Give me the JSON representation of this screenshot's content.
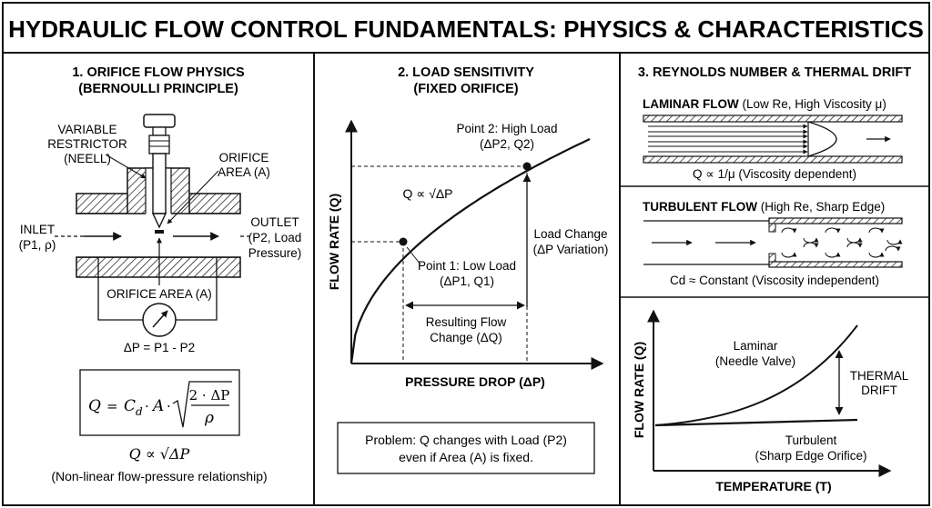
{
  "title": "HYDRAULIC FLOW CONTROL FUNDAMENTALS: PHYSICS & CHARACTERISTICS",
  "panel1": {
    "heading_line1": "1. ORIFICE FLOW PHYSICS",
    "heading_line2": "(BERNOULLI PRINCIPLE)",
    "restrictor_label": [
      "VARIABLE",
      "RESTRICTOR",
      "(NEELL)"
    ],
    "orifice_area_top": [
      "ORIFICE",
      "AREA (A)"
    ],
    "inlet_label": [
      "INLET",
      "(P1, ρ)"
    ],
    "outlet_label": [
      "OUTLET",
      "(P2, Load",
      "Pressure)"
    ],
    "orifice_area_bottom": "ORIFICE AREA (A)",
    "dp_label": "ΔP = P1 - P2",
    "formula": {
      "lhs": "Q",
      "eq": "=",
      "cd": "C",
      "cd_sub": "d",
      "dot": "·",
      "a": "A",
      "num": "2 · ΔP",
      "den": "ρ"
    },
    "prop_label": "Q ∝ √ΔP",
    "prop_note": "(Non-linear flow-pressure relationship)"
  },
  "panel2": {
    "heading_line1": "2. LOAD SENSITIVITY",
    "heading_line2": "(FIXED ORIFICE)",
    "curve_label": "Q ∝ √ΔP",
    "point2_label": [
      "Point 2: High Load",
      "(ΔP2, Q2)"
    ],
    "point1_label": [
      "Point 1: Low Load",
      "(ΔP1, Q1)"
    ],
    "load_change": [
      "Load Change",
      "(ΔP Variation)"
    ],
    "resulting": [
      "Resulting Flow",
      "Change (ΔQ)"
    ],
    "xlabel": "PRESSURE DROP (ΔP)",
    "ylabel": "FLOW RATE (Q)",
    "problem": [
      "Problem: Q changes with Load (P2)",
      "even if Area (A) is fixed."
    ]
  },
  "panel3": {
    "heading": "3. REYNOLDS NUMBER & THERMAL DRIFT",
    "laminar_bold": "LAMINAR FLOW",
    "laminar_rest": " (Low Re, High Viscosity μ)",
    "laminar_note": "Q ∝ 1/μ (Viscosity dependent)",
    "turbulent_bold": "TURBULENT FLOW",
    "turbulent_rest": " (High Re, Sharp Edge)",
    "turbulent_note": "Cd ≈ Constant (Viscosity independent)",
    "laminar_curve": [
      "Laminar",
      "(Needle Valve)"
    ],
    "thermal_drift": [
      "THERMAL",
      "DRIFT"
    ],
    "turbulent_curve": [
      "Turbulent",
      "(Sharp Edge Orifice)"
    ],
    "xlabel": "TEMPERATURE (T)",
    "ylabel": "FLOW RATE (Q)"
  },
  "chart_data": [
    {
      "type": "line",
      "title": "2. LOAD SENSITIVITY (FIXED ORIFICE)",
      "xlabel": "PRESSURE DROP (ΔP)",
      "ylabel": "FLOW RATE (Q)",
      "series": [
        {
          "name": "Q ∝ √ΔP"
        }
      ],
      "points": [
        {
          "label": "Point 1: Low Load (ΔP1, Q1)"
        },
        {
          "label": "Point 2: High Load (ΔP2, Q2)"
        }
      ]
    },
    {
      "type": "line",
      "xlabel": "TEMPERATURE (T)",
      "ylabel": "FLOW RATE (Q)",
      "series": [
        {
          "name": "Laminar (Needle Valve)"
        },
        {
          "name": "Turbulent (Sharp Edge Orifice)"
        }
      ]
    }
  ]
}
